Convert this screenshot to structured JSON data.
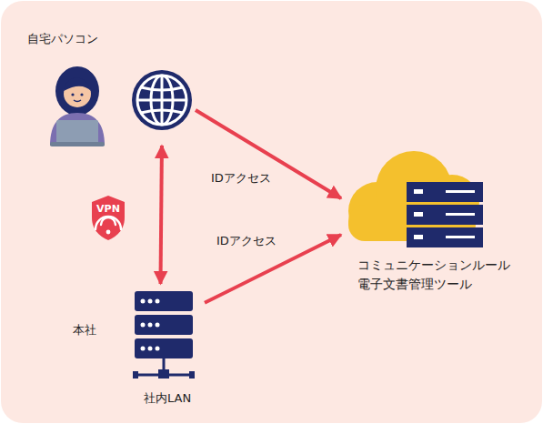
{
  "diagram": {
    "nodes": [
      {
        "text": [
          "自宅パソコン"
        ]
      },
      {
        "text": [
          "本社",
          "社内LAN"
        ]
      },
      {
        "text": [
          "コミュニケーションルール 電子文書管理ツール"
        ]
      }
    ],
    "edges": [
      {
        "from": 0,
        "to": 2,
        "arrow": "to",
        "label": "IDアクセス"
      },
      {
        "from": 1,
        "to": 2,
        "arrow": "to",
        "label": "IDアクセス"
      },
      {
        "from": 0,
        "to": 1,
        "arrow": "both",
        "label": "VPN"
      }
    ]
  }
}
